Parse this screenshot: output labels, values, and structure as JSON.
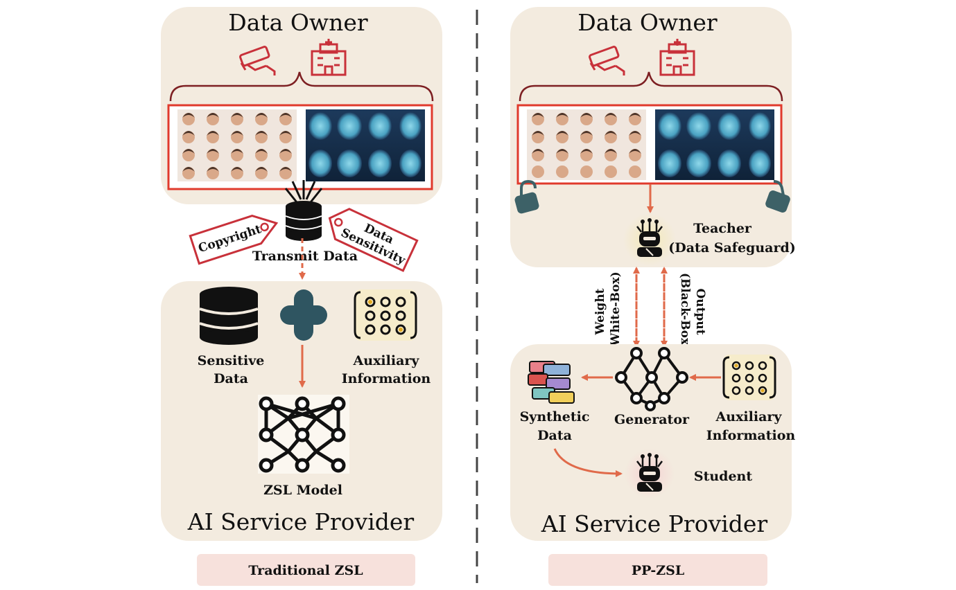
{
  "left_panel": {
    "owner_title": "Data Owner",
    "provider_title": "AI Service Provider",
    "tag_copyright": "Copyright",
    "tag_data": "Data",
    "tag_sensitivity": "Sensitivity",
    "transmit_label": "Transmit Data",
    "sensitive_line1": "Sensitive",
    "sensitive_line2": "Data",
    "aux_line1": "Auxiliary",
    "aux_line2": "Information",
    "model_label": "ZSL Model",
    "caption": "Traditional ZSL"
  },
  "right_panel": {
    "owner_title": "Data Owner",
    "provider_title": "AI Service Provider",
    "teacher_line1": "Teacher",
    "teacher_line2": "(Data Safeguard)",
    "weight_line1": "Weight",
    "weight_line2": "(White-Box)",
    "output_line1": "Output",
    "output_line2": "(Black-Box)",
    "generator_label": "Generator",
    "synthetic_line1": "Synthetic",
    "synthetic_line2": "Data",
    "aux_line1": "Auxiliary",
    "aux_line2": "Information",
    "student_label": "Student",
    "caption": "PP-ZSL"
  },
  "colors": {
    "panel_bg": "#f3ebdf",
    "accent_red": "#c8313a",
    "arrow_orange": "#e06a4a",
    "caption_bg": "#f7e1dc",
    "teal": "#2f5561",
    "lock_teal": "#3d6167"
  }
}
